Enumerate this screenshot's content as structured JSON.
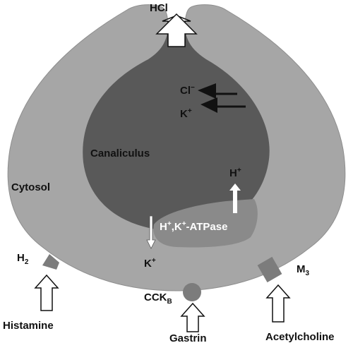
{
  "labels": {
    "hcl": "HCl",
    "cl_ion": "Cl",
    "cl_charge": "−",
    "k_ion_top": "K",
    "k_charge_top": "+",
    "canaliculus": "Canaliculus",
    "cytosol": "Cytosol",
    "h_ion": "H",
    "h_charge": "+",
    "atpase_h": "H",
    "atpase_h_charge": "+",
    "atpase_k": ",K",
    "atpase_k_charge": "+",
    "atpase_rest": "-ATPase",
    "k_ion_bottom": "K",
    "k_charge_bottom": "+",
    "h2_main": "H",
    "h2_sub": "2",
    "cckb_main": "CCK",
    "cckb_sub": "B",
    "m3_main": "M",
    "m3_sub": "3",
    "histamine": "Histamine",
    "gastrin": "Gastrin",
    "acetylcholine": "Acetylcholine"
  },
  "colors": {
    "cell": "#a6a6a6",
    "canaliculus": "#595959",
    "pump": "#8a8a8a",
    "receptor": "#7c7c7c",
    "arrow_fill": "#ffffff",
    "arrow_stroke": "#111111"
  }
}
